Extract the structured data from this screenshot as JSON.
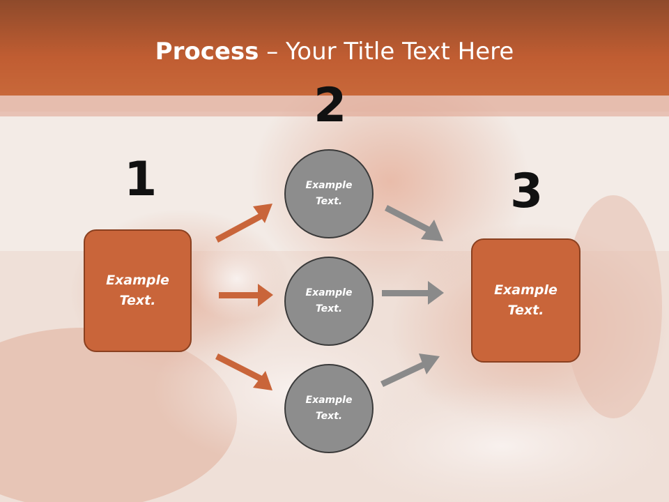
{
  "title": {
    "bold": "Process",
    "separator": " – ",
    "rest": "Your Title Text Here"
  },
  "numbers": [
    "1",
    "2",
    "3"
  ],
  "left_box": {
    "line1": "Example",
    "line2": "Text."
  },
  "right_box": {
    "line1": "Example",
    "line2": "Text."
  },
  "circles": [
    {
      "line1": "Example",
      "line2": "Text."
    },
    {
      "line1": "Example",
      "line2": "Text."
    },
    {
      "line1": "Example",
      "line2": "Text."
    }
  ],
  "colors": {
    "accent": "#c9653a",
    "circle": "#8d8d8d",
    "arrow_gray": "#8a8a8a"
  }
}
